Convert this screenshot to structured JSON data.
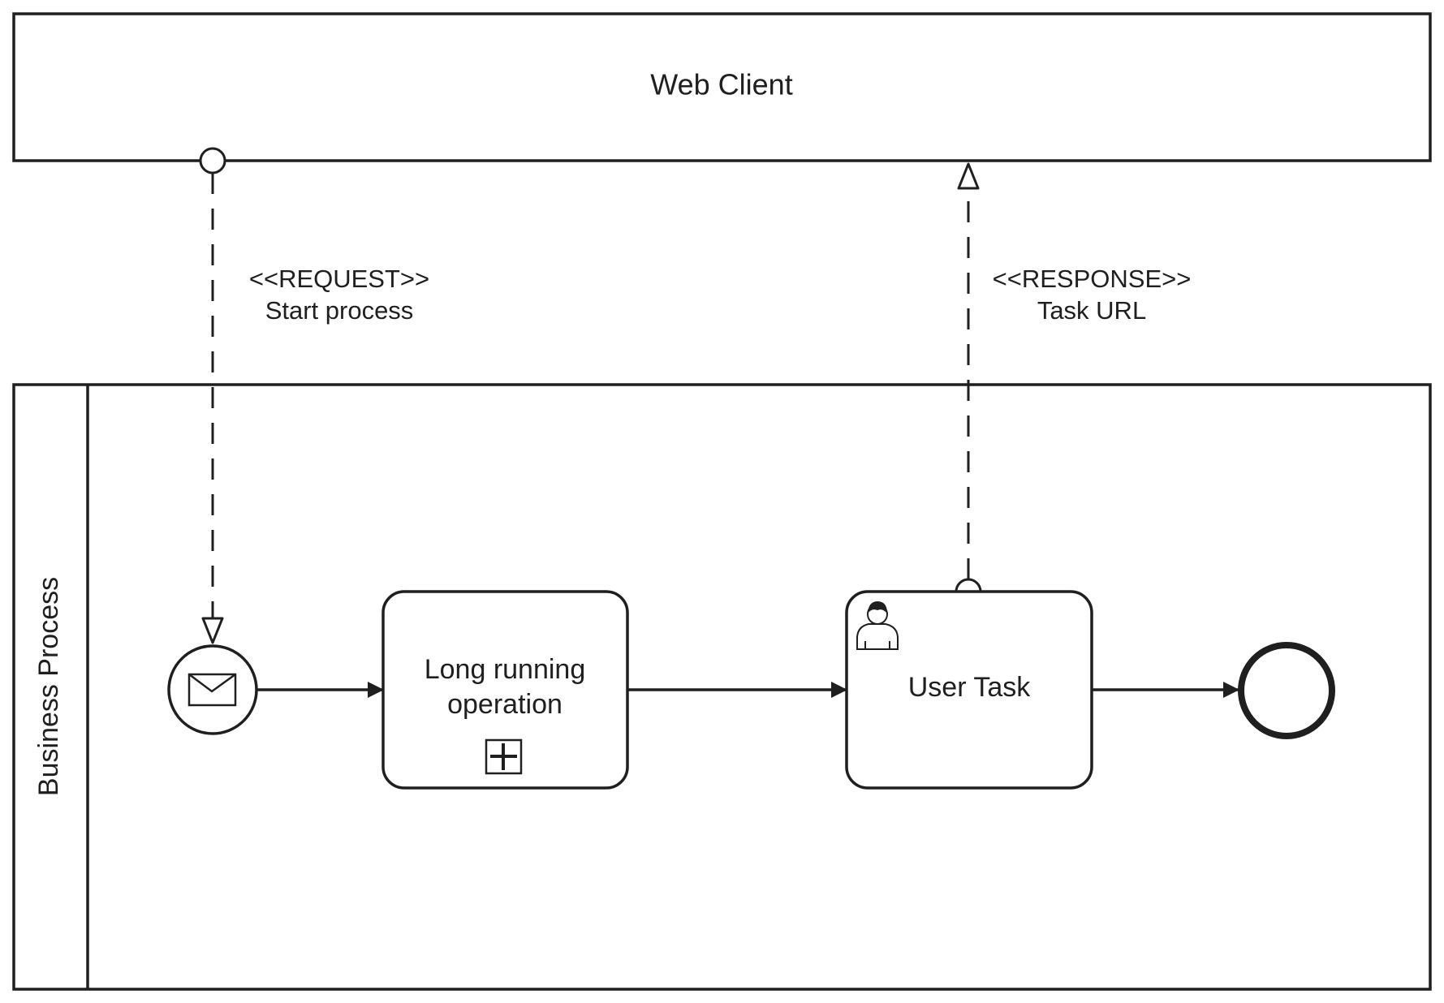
{
  "pools": {
    "web_client": {
      "title": "Web Client"
    },
    "business_process": {
      "title": "Business Process"
    }
  },
  "message_flows": {
    "request": {
      "stereotype": "<<REQUEST>>",
      "name": "Start process"
    },
    "response": {
      "stereotype": "<<RESPONSE>>",
      "name": "Task URL"
    }
  },
  "tasks": {
    "long_running": {
      "line1": "Long running",
      "line2": "operation",
      "marker": "plus-icon"
    },
    "user_task": {
      "label": "User Task",
      "marker": "user-icon"
    }
  },
  "events": {
    "start": {
      "type": "message-start-event",
      "icon": "envelope-icon"
    },
    "end": {
      "type": "end-event"
    }
  },
  "colors": {
    "stroke": "#1f1f1f",
    "background": "#ffffff"
  }
}
